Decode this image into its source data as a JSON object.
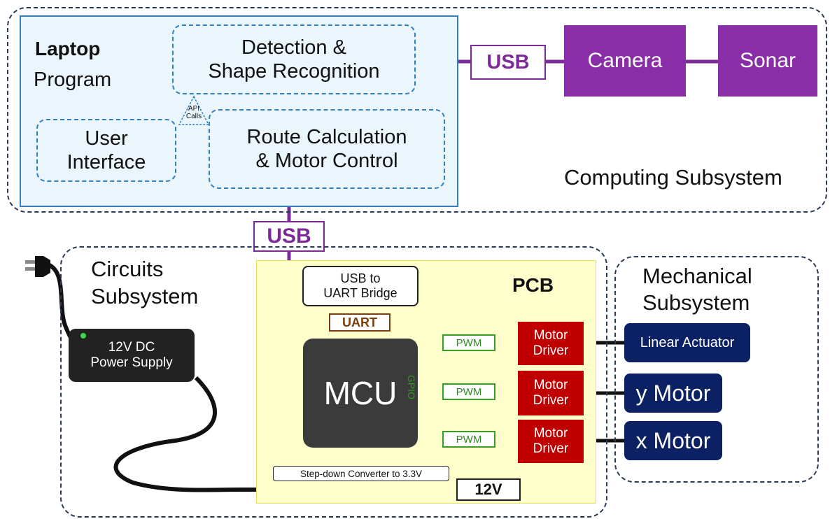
{
  "computing": {
    "label": "Computing Subsystem",
    "laptop": {
      "title": "Laptop",
      "subtitle": "Program",
      "detection": "Detection  &\nShape Recognition",
      "user_interface": "User\nInterface",
      "route": "Route Calculation\n& Motor Control",
      "api_calls": "API\nCalls"
    },
    "usb_link": "USB",
    "camera": "Camera",
    "sonar": "Sonar"
  },
  "usb_top": "USB",
  "circuits": {
    "label": "Circuits\nSubsystem",
    "power_supply": "12V DC\nPower Supply",
    "pcb": {
      "label": "PCB",
      "usb_bridge": "USB to\nUART Bridge",
      "uart": "UART",
      "mcu": "MCU",
      "gpio": "GPIO",
      "pwm": [
        "PWM",
        "PWM",
        "PWM"
      ],
      "motor_drivers": [
        "Motor\nDriver",
        "Motor\nDriver",
        "Motor\nDriver"
      ],
      "step_down": "Step-down Converter to 3.3V",
      "voltage": "12V"
    }
  },
  "mechanical": {
    "label": "Mechanical\nSubsystem",
    "linear_actuator": "Linear Actuator",
    "y_motor": "y Motor",
    "x_motor": "x Motor"
  },
  "colors": {
    "usb_purple": "#8a2ea8",
    "pwm_green": "#3a9d23",
    "motor_red": "#c00000",
    "mech_navy": "#0b2163",
    "uart_brown": "#7a3e10",
    "pcb_yellow": "#ffffcc",
    "laptop_blue": "#eaf6fc"
  }
}
